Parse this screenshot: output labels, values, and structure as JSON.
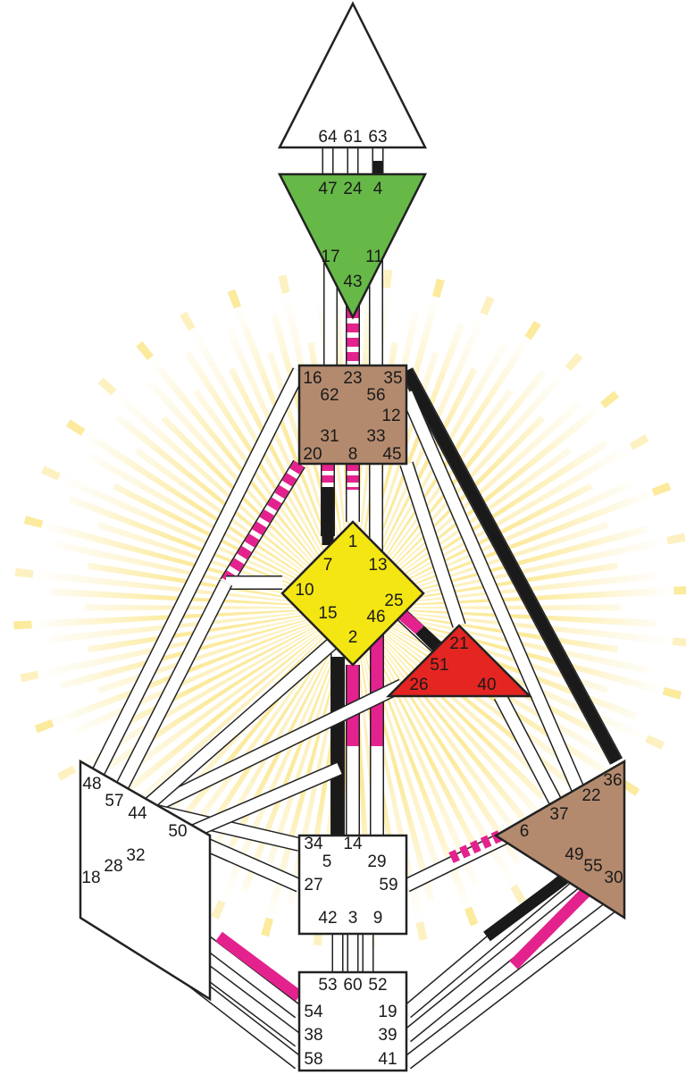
{
  "colors": {
    "head": "#ffffff",
    "ajna": "#66b947",
    "throat": "#b48a6e",
    "g": "#f4e612",
    "heart": "#e52521",
    "spleen": "#ffffff",
    "solar_plexus": "#b48a6e",
    "sacral": "#ffffff",
    "root": "#ffffff",
    "activation_black": "#1a1a1a",
    "activation_pink": "#e4228e",
    "glow": "#f9d84c"
  },
  "gates": {
    "head": [
      "64",
      "61",
      "63"
    ],
    "ajna": [
      "47",
      "24",
      "4",
      "17",
      "11",
      "43"
    ],
    "throat": [
      "16",
      "23",
      "35",
      "62",
      "56",
      "12",
      "31",
      "33",
      "20",
      "8",
      "45"
    ],
    "g": [
      "1",
      "7",
      "13",
      "10",
      "25",
      "15",
      "46",
      "2"
    ],
    "heart": [
      "21",
      "51",
      "26",
      "40"
    ],
    "spleen": [
      "48",
      "57",
      "44",
      "50",
      "32",
      "28",
      "18"
    ],
    "solar_plexus": [
      "36",
      "22",
      "37",
      "6",
      "49",
      "55",
      "30"
    ],
    "sacral": [
      "34",
      "14",
      "29",
      "5",
      "27",
      "59",
      "42",
      "3",
      "9"
    ],
    "root": [
      "53",
      "60",
      "52",
      "54",
      "19",
      "38",
      "39",
      "58",
      "41"
    ]
  }
}
